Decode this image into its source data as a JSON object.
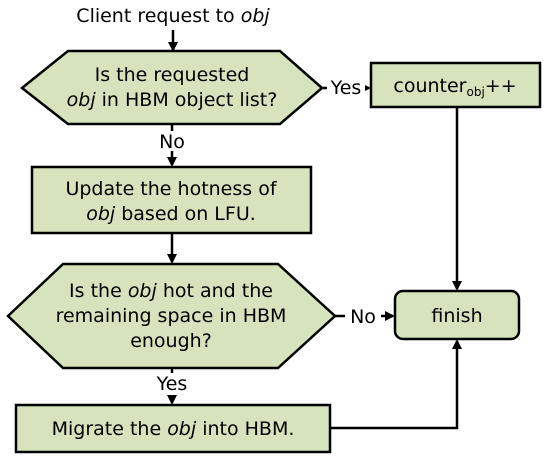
{
  "flowchart": {
    "start_text": "Client request to ",
    "start_obj": "obj",
    "decision1": {
      "line1": "Is the requested",
      "line2_obj": "obj",
      "line2_rest": " in HBM object list?"
    },
    "counter": {
      "base": "counter",
      "sub": "obj",
      "suffix": "++"
    },
    "yes1": "Yes",
    "no1": "No",
    "update": {
      "line1": "Update the hotness of",
      "line2_obj": "obj",
      "line2_rest": " based on LFU."
    },
    "decision2": {
      "line1_pre": "Is the ",
      "line1_obj": "obj",
      "line1_post": " hot and the",
      "line2": "remaining space in HBM",
      "line3": "enough?"
    },
    "no2": "No",
    "finish": "finish",
    "yes2": "Yes",
    "migrate": {
      "pre": "Migrate the ",
      "obj": "obj",
      "post": " into HBM."
    }
  }
}
